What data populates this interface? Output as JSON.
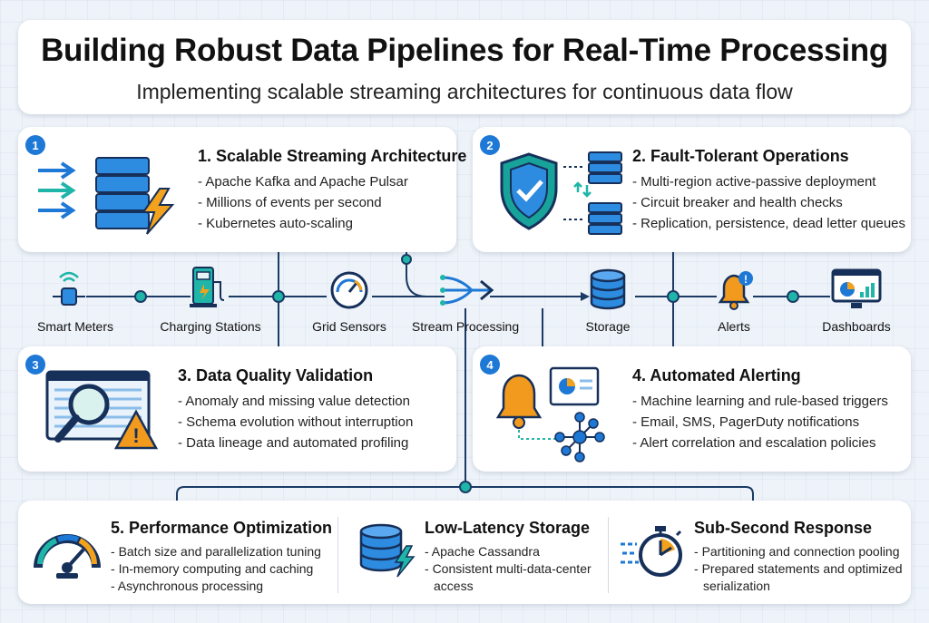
{
  "header": {
    "title": "Building Robust Data Pipelines for Real-Time Processing",
    "subtitle": "Implementing scalable streaming architectures for continuous data flow"
  },
  "cards": [
    {
      "badge": "1",
      "title": "1. Scalable Streaming Architecture",
      "items": [
        "Apache Kafka and Apache Pulsar",
        "Millions of events per second",
        "Kubernetes auto-scaling"
      ]
    },
    {
      "badge": "2",
      "title": "2. Fault-Tolerant Operations",
      "items": [
        "Multi-region active-passive deployment",
        "Circuit breaker and health checks",
        "Replication, persistence, dead letter queues"
      ]
    },
    {
      "badge": "3",
      "title": "3. Data Quality Validation",
      "items": [
        "Anomaly and missing value detection",
        "Schema evolution without interruption",
        "Data lineage and automated profiling"
      ]
    },
    {
      "badge": "4",
      "title": "4. Automated Alerting",
      "items": [
        "Machine learning and rule-based triggers",
        "Email, SMS, PagerDuty notifications",
        "Alert correlation and escalation policies"
      ]
    }
  ],
  "flow": {
    "nodes": [
      {
        "label": "Smart Meters",
        "icon": "smart-meter-icon"
      },
      {
        "label": "Charging Stations",
        "icon": "charging-station-icon"
      },
      {
        "label": "Grid Sensors",
        "icon": "gauge-icon"
      },
      {
        "label": "Stream Processing",
        "icon": "merge-arrows-icon"
      },
      {
        "label": "Storage",
        "icon": "database-icon"
      },
      {
        "label": "Alerts",
        "icon": "bell-icon"
      },
      {
        "label": "Dashboards",
        "icon": "dashboard-monitor-icon"
      }
    ]
  },
  "bottom": {
    "columns": [
      {
        "title": "5. Performance Optimization",
        "lines": [
          "Batch size and parallelization tuning",
          "In-memory computing and caching",
          "Asynchronous processing"
        ],
        "icon": "speedometer-icon"
      },
      {
        "title": "Low-Latency Storage",
        "lines": [
          "Apache Cassandra",
          "Consistent multi-data-center",
          "access"
        ],
        "icon": "database-icon"
      },
      {
        "title": "Sub-Second Response",
        "lines": [
          "Partitioning and connection pooling",
          "Prepared statements and optimized",
          "serialization"
        ],
        "icon": "stopwatch-icon"
      }
    ]
  },
  "colors": {
    "accent_blue": "#1e78d6",
    "dark_navy": "#16305a",
    "line_navy": "#1b3b66",
    "teal": "#1fb5a8",
    "bolt_orange": "#f2a21c",
    "bell_orange": "#f29a1e",
    "shield_teal": "#18a39a"
  }
}
